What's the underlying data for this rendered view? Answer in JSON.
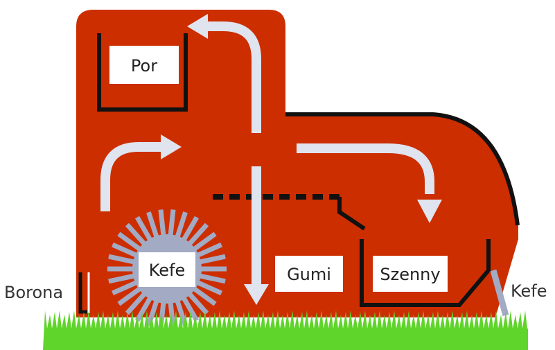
{
  "labels": {
    "dust": "Por",
    "brush_main": "Kefe",
    "rubber": "Gumi",
    "dirt": "Szenny",
    "harrow": "Borona",
    "brush_side": "Kefe"
  },
  "colors": {
    "body": "#cc2e00",
    "outline": "#111111",
    "arrow": "#dfe4ee",
    "brush": "#a2aac4",
    "grass": "#5fd42a",
    "label_box": "#ffffff"
  },
  "icons": {
    "brush": "spiked-circle",
    "airflow": "arrow",
    "ground": "grass"
  }
}
